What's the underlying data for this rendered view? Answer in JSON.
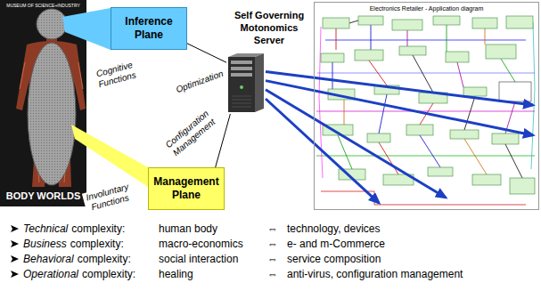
{
  "diagram": {
    "nodes": [
      {
        "text": [
          "Inference Plane"
        ]
      },
      {
        "text": [
          "Self Governing Motonomics Server"
        ]
      },
      {
        "text": [
          "Electronics Retailer - Application diagram"
        ]
      },
      {
        "text": [
          "Management Plane"
        ]
      }
    ],
    "edges": [
      {
        "from": 0,
        "to": 1,
        "label": "Optimization",
        "arrow": "none"
      },
      {
        "from": 3,
        "to": 1,
        "label": "Configuration Management",
        "arrow": "none"
      },
      {
        "from": 1,
        "to": 2,
        "arrow": "to"
      },
      {
        "from": 1,
        "to": 2,
        "arrow": "to"
      },
      {
        "from": 1,
        "to": 2,
        "arrow": "to"
      },
      {
        "from": 1,
        "to": 2,
        "arrow": "to"
      }
    ],
    "labels": [
      "MUSEUM OF SCIENCE+INDUSTRY",
      "Cognitive Functions",
      "Involuntary Functions",
      "BODY WORLDS",
      "Technical",
      "complexity:",
      "human body",
      "⇔",
      "technology, devices",
      "Business",
      "complexity:",
      "macro-economics",
      "⇔",
      "e- and m-Commerce",
      "Behavioral",
      "complexity:",
      "social interaction",
      "⇔",
      "service composition",
      "Operational",
      "complexity:",
      "healing",
      "⇔",
      "anti-virus, configuration management"
    ]
  }
}
